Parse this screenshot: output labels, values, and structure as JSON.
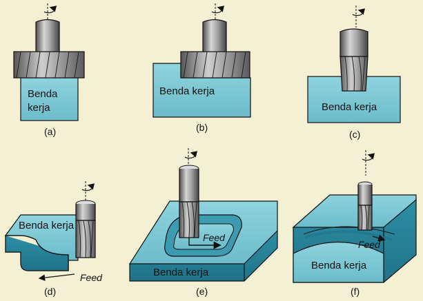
{
  "figure": {
    "background": "#f4f0d4",
    "workpiece_color": "#7ec8d4",
    "tool_color": "#9a9a9a",
    "panels": [
      {
        "caption": "(a)",
        "workpiece_label": [
          "Benda",
          "kerja"
        ],
        "feed_label": ""
      },
      {
        "caption": "(b)",
        "workpiece_label": [
          "Benda kerja"
        ],
        "feed_label": ""
      },
      {
        "caption": "(c)",
        "workpiece_label": [
          "Benda kerja"
        ],
        "feed_label": ""
      },
      {
        "caption": "(d)",
        "workpiece_label": [
          "Benda kerja"
        ],
        "feed_label": "Feed"
      },
      {
        "caption": "(e)",
        "workpiece_label": [
          "Benda kerja"
        ],
        "feed_label": "Feed"
      },
      {
        "caption": "(f)",
        "workpiece_label": [
          "Benda kerja"
        ],
        "feed_label": "Feed"
      }
    ]
  }
}
